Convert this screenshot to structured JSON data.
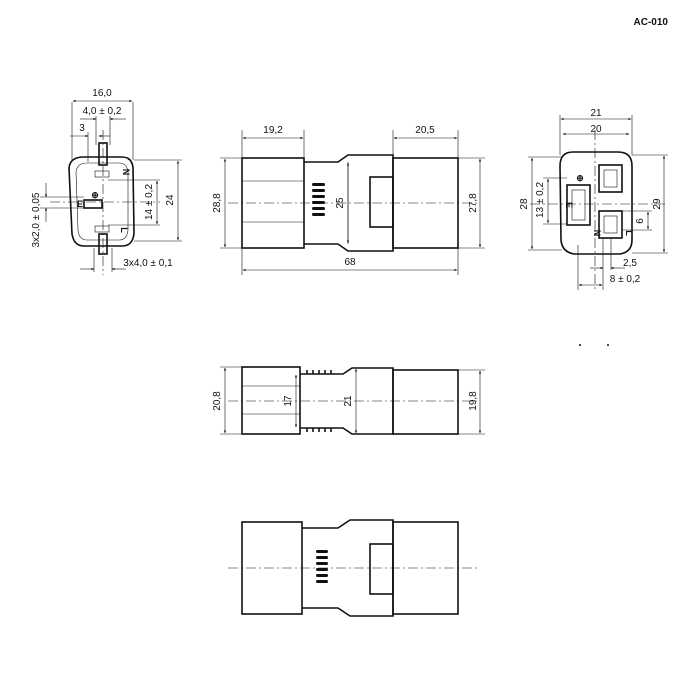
{
  "title": "AC-010",
  "dims": {
    "w16": "16,0",
    "w4": "4,0 ± 0,2",
    "w3": "3",
    "h24": "24",
    "h14": "14 ± 0,2",
    "v3x2": "3x2,0 ± 0,05",
    "h3x4": "3x4,0 ± 0,1",
    "w19_2": "19,2",
    "w20_5": "20,5",
    "h28_8": "28,8",
    "h25": "25",
    "h27_8": "27,8",
    "w68": "68",
    "w21": "21",
    "w20": "20",
    "h28": "28",
    "h13": "13 ± 0,2",
    "h29": "29",
    "h6": "6",
    "w2_5": "2,5",
    "w8": "8 ± 0,2",
    "h20_8": "20,8",
    "h17": "17",
    "h21": "21",
    "h19_8": "19,8"
  },
  "marks": {
    "n": "N",
    "e": "E",
    "l": "L",
    "ground": "⊕"
  }
}
